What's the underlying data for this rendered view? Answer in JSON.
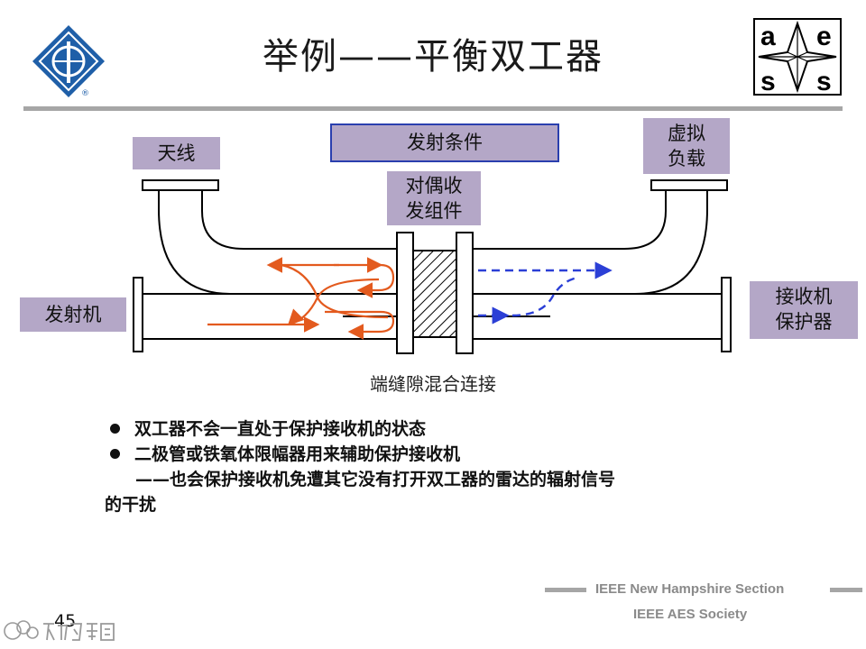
{
  "title": "举例——平衡双工器",
  "labels": {
    "antenna": "天线",
    "tx_condition": "发射条件",
    "dummy_load": [
      "虚拟",
      "负载"
    ],
    "hybrid": [
      "对偶收",
      "发组件"
    ],
    "transmitter": "发射机",
    "receiver_protector": [
      "接收机",
      "保护器"
    ],
    "short_slot": "端缝隙混合连接"
  },
  "bullets": [
    "双工器不会一直处于保护接收机的状态",
    "二极管或铁氧体限幅器用来辅助保护接收机"
  ],
  "continuation": [
    "——也会保护接收机免遭其它没有打开双工器的雷达的辐射信号",
    "的干扰"
  ],
  "footer": {
    "line1": "IEEE New Hampshire Section",
    "line2": "IEEE AES Society",
    "page": "45"
  },
  "logos": {
    "aess_letters": [
      "a",
      "e",
      "s",
      "s"
    ],
    "watermark": "大数跨境"
  },
  "colors": {
    "label_bg": "#b4a7c7",
    "tx_arrow": "#e35a1e",
    "rx_arrow": "#2b3fd6",
    "ieee_blue": "#1f5fa8"
  }
}
